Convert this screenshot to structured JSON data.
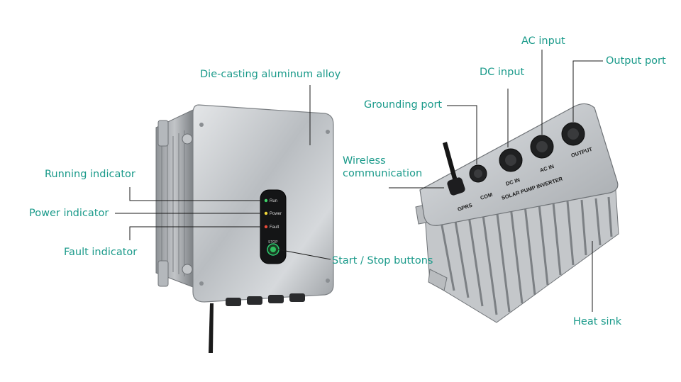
{
  "labels": {
    "die_casting": "Die-casting aluminum alloy",
    "running": "Running indicator",
    "power": "Power indicator",
    "fault": "Fault indicator",
    "start_stop": "Start / Stop buttons",
    "grounding": "Grounding port",
    "wireless": "Wireless communication",
    "dc_input": "DC input",
    "ac_input": "AC input",
    "output": "Output port",
    "heat_sink": "Heat sink"
  },
  "panel": {
    "run": "Run",
    "power": "Power",
    "fault": "Fault",
    "button": "STOP"
  },
  "ports": {
    "gprs": "GPRS",
    "com": "COM",
    "dc_in": "DC IN",
    "ac_in": "AC IN",
    "output": "OUTPUT",
    "product": "SOLAR PUMP INVERTER"
  },
  "colors": {
    "label": "#1a9a8a",
    "leader": "#1a1a1a",
    "metal": "#c9ccd0"
  }
}
